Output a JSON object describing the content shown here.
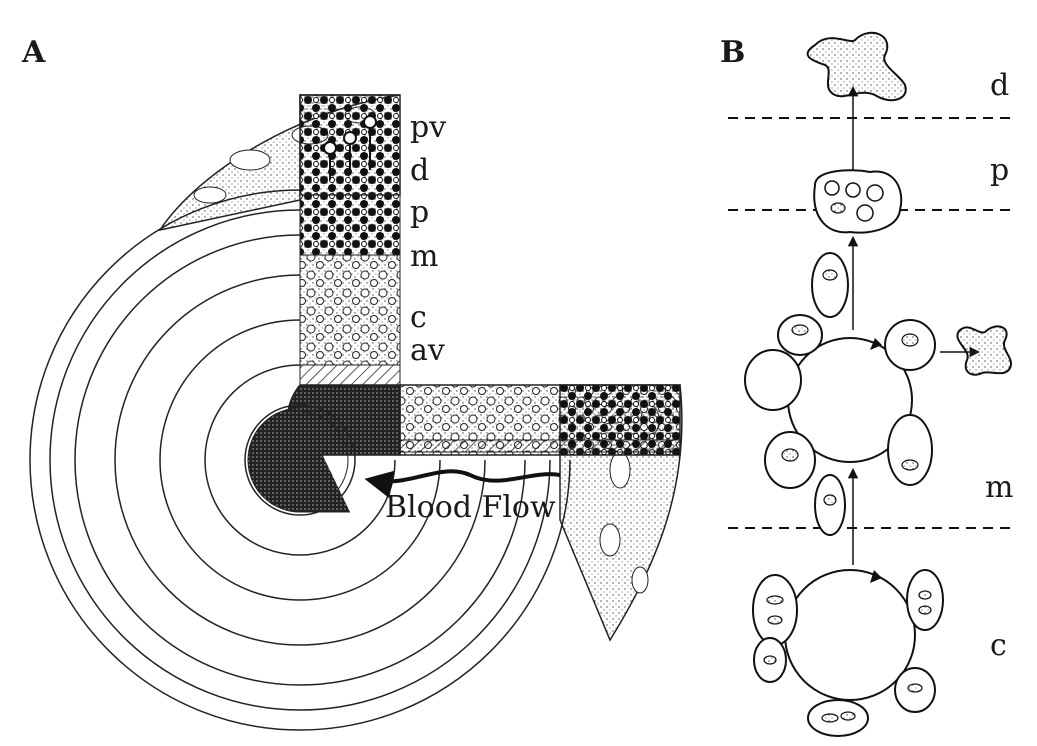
{
  "panel_a": {
    "label": "A",
    "zone_labels": [
      "pv",
      "d",
      "p",
      "m",
      "c",
      "av"
    ],
    "flow_label": "Blood Flow"
  },
  "panel_b": {
    "label": "B",
    "zone_labels": [
      "d",
      "p",
      "m",
      "c"
    ]
  }
}
